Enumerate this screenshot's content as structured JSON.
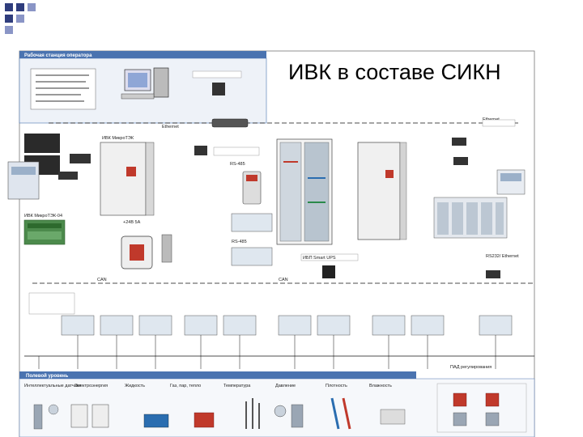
{
  "title": "ИВК в составе СИКН",
  "colors": {
    "accent": "#2f3d7d",
    "header_bar": "#4a73b0",
    "bus_line": "#111111"
  },
  "labels": {
    "operator_header": "Рабочая станция оператора",
    "field_header": "Полевой уровень",
    "ethernet_1": "Ethernet",
    "ethernet_2": "Ethernet",
    "can_1": "CAN",
    "can_2": "CAN",
    "ivk": "ИВК МикроТЭК",
    "pad": "ПАД регулирования",
    "rs232": "RS232/ Ethernet",
    "rs485_1": "RS-485",
    "rs485_2": "RS-485",
    "power": "+24В 5А",
    "ups": "ИБП Smart UPS",
    "ivk_micro_04": "ИВК МикроТЭК-04"
  },
  "field_columns": [
    "Интеллектуальные датчики",
    "Электроэнергия",
    "Жидкость",
    "Газ, пар, тепло",
    "Температура",
    "Давление",
    "Плотность",
    "Влажность"
  ]
}
